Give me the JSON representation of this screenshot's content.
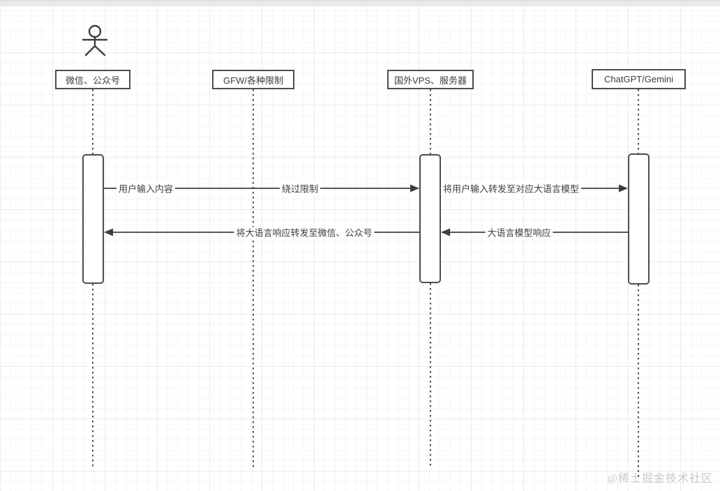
{
  "diagram": {
    "type": "sequence-diagram",
    "participants": [
      {
        "id": "wechat",
        "label": "微信、公众号"
      },
      {
        "id": "gfw",
        "label": "GFW/各种限制"
      },
      {
        "id": "vps",
        "label": "国外VPS、服务器"
      },
      {
        "id": "llm",
        "label": "ChatGPT/Gemini"
      }
    ],
    "actor": {
      "attached_to": "wechat",
      "icon": "stick-figure"
    },
    "messages": [
      {
        "from": "wechat",
        "to": "vps",
        "label": "用户输入内容"
      },
      {
        "from": "wechat",
        "to": "vps",
        "label": "绕过限制"
      },
      {
        "from": "vps",
        "to": "llm",
        "label": "将用户输入转发至对应大语言模型"
      },
      {
        "from": "llm",
        "to": "vps",
        "label": "大语言模型响应"
      },
      {
        "from": "vps",
        "to": "wechat",
        "label": "将大语言响应转发至微信、公众号"
      }
    ],
    "watermark": "@稀土掘金技术社区",
    "colors": {
      "shape_border": "#4d4d4d",
      "line": "#3e3e3e",
      "text": "#3c3c3c",
      "watermark": "#c9c9cd",
      "grid_major": "#e9ebef",
      "grid_minor": "#f4f5f8",
      "topbar": "#e7e9ec"
    }
  }
}
